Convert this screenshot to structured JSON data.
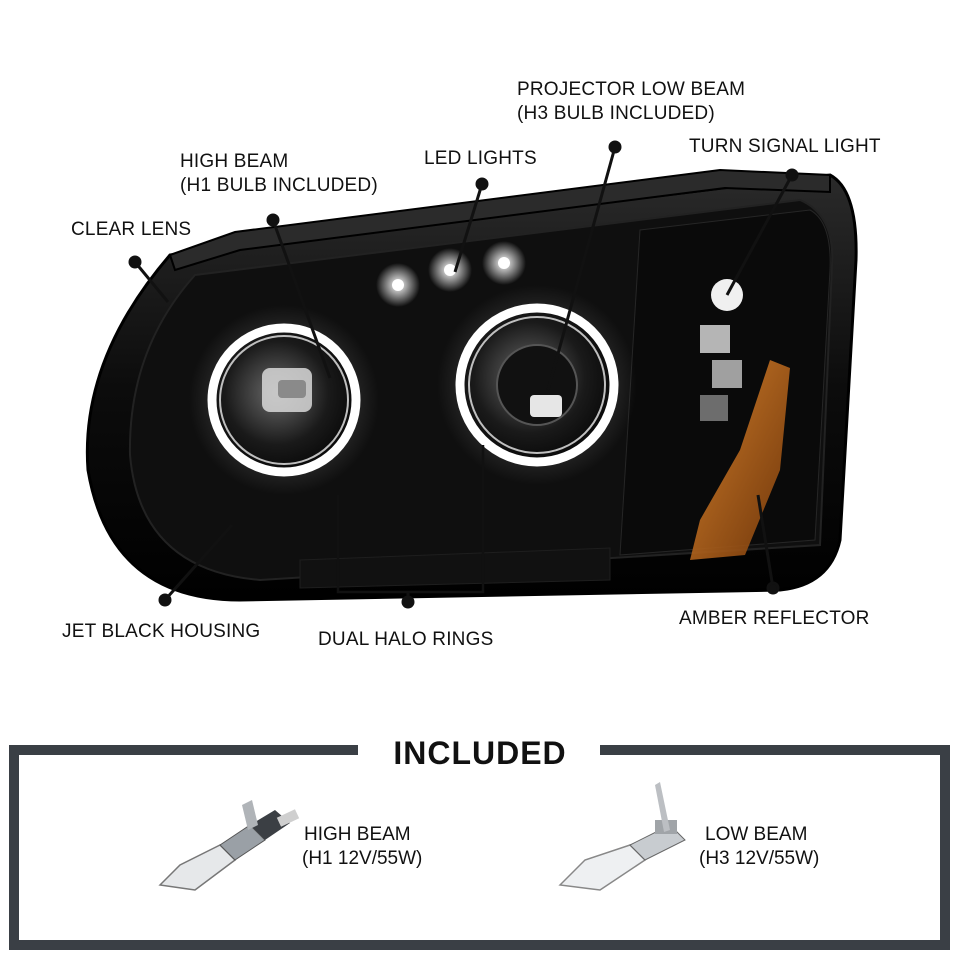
{
  "callouts": {
    "projector_low_beam": [
      "PROJECTOR LOW BEAM",
      "(H3 BULB INCLUDED)"
    ],
    "turn_signal": "TURN SIGNAL LIGHT",
    "high_beam": [
      "HIGH BEAM",
      "(H1 BULB INCLUDED)"
    ],
    "led_lights": "LED LIGHTS",
    "clear_lens": "CLEAR LENS",
    "jet_black_housing": "JET BLACK HOUSING",
    "dual_halo_rings": "DUAL HALO RINGS",
    "amber_reflector": "AMBER REFLECTOR"
  },
  "included": {
    "title": "INCLUDED",
    "items": [
      {
        "name": "HIGH BEAM",
        "spec": "(H1 12V/55W)"
      },
      {
        "name": "LOW BEAM",
        "spec": "(H3 12V/55W)"
      }
    ]
  },
  "colors": {
    "housing": "#0a0a0a",
    "halo": "#ffffff",
    "amber": "#c8661a",
    "frame": "#3a3f45"
  }
}
